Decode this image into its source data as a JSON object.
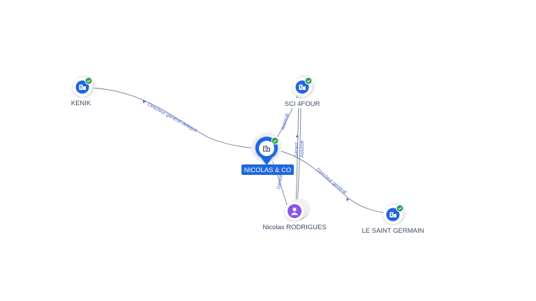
{
  "nodes": {
    "kenik": {
      "label": "KENIK",
      "icon": "building-icon",
      "verified": true
    },
    "sci4four": {
      "label": "SCI 4FOUR",
      "icon": "building-icon",
      "verified": true
    },
    "nicolas_co": {
      "label": "NICOLAS & CO",
      "icon": "building-icon",
      "verified": true,
      "focused": true
    },
    "nicolas_rodrigues": {
      "label": "Nicolas RODRIGUES",
      "icon": "person-icon",
      "verified": false
    },
    "le_saint_germain": {
      "label": "LE SAINT GERMAIN",
      "icon": "building-icon",
      "verified": true
    }
  },
  "edges": {
    "kenik_nicolasco": {
      "label": "Directeur général délégué"
    },
    "sci4four_nicolasco": {
      "label": "Associé"
    },
    "rodrigues_sci4four_a": {
      "label": "Gérant"
    },
    "rodrigues_sci4four_b": {
      "label": "Associé"
    },
    "rodrigues_nicolasco": {
      "label": "Gérant"
    },
    "nicolasco_saintgermain": {
      "label": "Directeur général"
    }
  },
  "colors": {
    "company": "#1f67e0",
    "person": "#8a56e8",
    "verified": "#2e9e4f",
    "edge": "#6e7b8f",
    "edge_label": "#4b63d6",
    "focus": "#1f67e0"
  }
}
